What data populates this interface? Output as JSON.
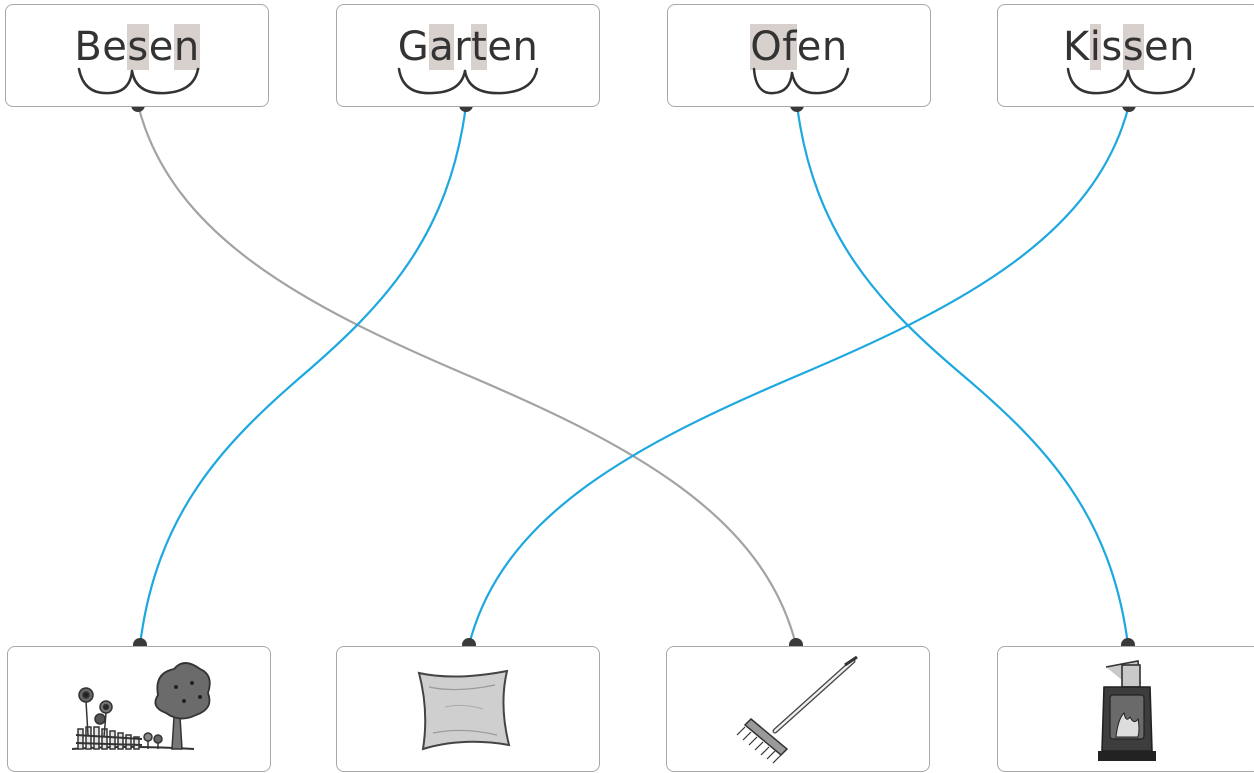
{
  "words": [
    {
      "text": "Besen",
      "segments": [
        {
          "t": "Be",
          "hl": false
        },
        {
          "t": "s",
          "hl": true
        },
        {
          "t": "e",
          "hl": false
        },
        {
          "t": "n",
          "hl": true
        }
      ]
    },
    {
      "text": "Garten",
      "segments": [
        {
          "t": "G",
          "hl": false
        },
        {
          "t": "a",
          "hl": true
        },
        {
          "t": "r",
          "hl": false
        },
        {
          "t": "t",
          "hl": true
        },
        {
          "t": "en",
          "hl": false
        }
      ]
    },
    {
      "text": "Ofen",
      "segments": [
        {
          "t": "O",
          "hl": true
        },
        {
          "t": "f",
          "hl": true
        },
        {
          "t": "en",
          "hl": false
        }
      ]
    },
    {
      "text": "Kissen",
      "segments": [
        {
          "t": "K",
          "hl": false
        },
        {
          "t": "i",
          "hl": true
        },
        {
          "t": "s",
          "hl": false
        },
        {
          "t": "s",
          "hl": true
        },
        {
          "t": "en",
          "hl": false
        }
      ]
    }
  ],
  "pictures": [
    {
      "icon": "garden-icon"
    },
    {
      "icon": "pillow-icon"
    },
    {
      "icon": "broom-icon"
    },
    {
      "icon": "stove-icon"
    }
  ],
  "connections": [
    {
      "from_word": 0,
      "to_picture": 2,
      "color": "#a3a3a3"
    },
    {
      "from_word": 1,
      "to_picture": 0,
      "color": "#1ea8e0"
    },
    {
      "from_word": 2,
      "to_picture": 3,
      "color": "#1ea8e0"
    },
    {
      "from_word": 3,
      "to_picture": 1,
      "color": "#1ea8e0"
    }
  ],
  "colors": {
    "card_border": "#a8a8a8",
    "highlight": "#d8d0cd",
    "text": "#333333",
    "dot": "#3a3a3a",
    "line_blue": "#1ea8e0",
    "line_gray": "#a3a3a3"
  }
}
